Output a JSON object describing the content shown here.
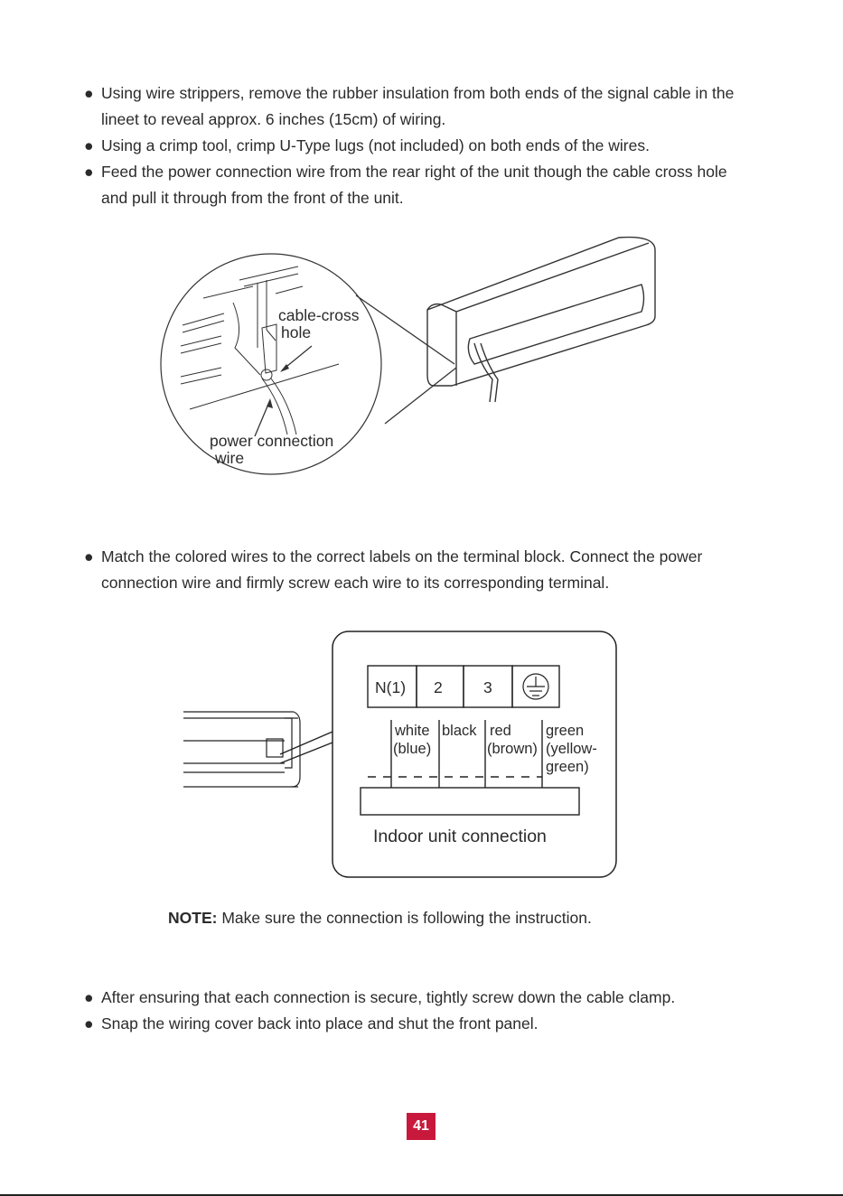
{
  "section1": {
    "bullets": [
      "Using wire strippers, remove the rubber insulation from both ends of the signal cable in the lineet to reveal approx. 6 inches (15cm) of wiring.",
      "Using a crimp tool, crimp U-Type lugs (not included) on both ends of the wires.",
      "Feed the power connection wire from the rear right of the unit though the cable cross hole and pull it through from the front of the unit."
    ]
  },
  "figure1": {
    "label_hole_line1": "cable-cross",
    "label_hole_line2": "hole",
    "label_wire_line1": "power connection",
    "label_wire_line2": "wire"
  },
  "section2": {
    "bullets": [
      "Match the colored wires to the correct labels on the terminal block. Connect the power connection wire and firmly screw each wire to its corresponding terminal."
    ]
  },
  "figure2": {
    "terminals": [
      "N(1)",
      "2",
      "3"
    ],
    "ground_icon": "ground-icon",
    "wires": [
      {
        "line1": "white",
        "line2": "(blue)",
        "line3": ""
      },
      {
        "line1": "black",
        "line2": "",
        "line3": ""
      },
      {
        "line1": "red",
        "line2": "(brown)",
        "line3": ""
      },
      {
        "line1": "green",
        "line2": "(yellow-",
        "line3": "green)"
      }
    ],
    "caption": "Indoor unit connection"
  },
  "note": {
    "label": "NOTE:",
    "text": " Make sure the connection is following the instruction."
  },
  "section3": {
    "bullets": [
      "After ensuring that each connection is secure, tightly screw down the cable clamp.",
      "Snap the wiring cover back into place and shut the front panel."
    ]
  },
  "page_number": "41",
  "accent_color": "#c8193c"
}
